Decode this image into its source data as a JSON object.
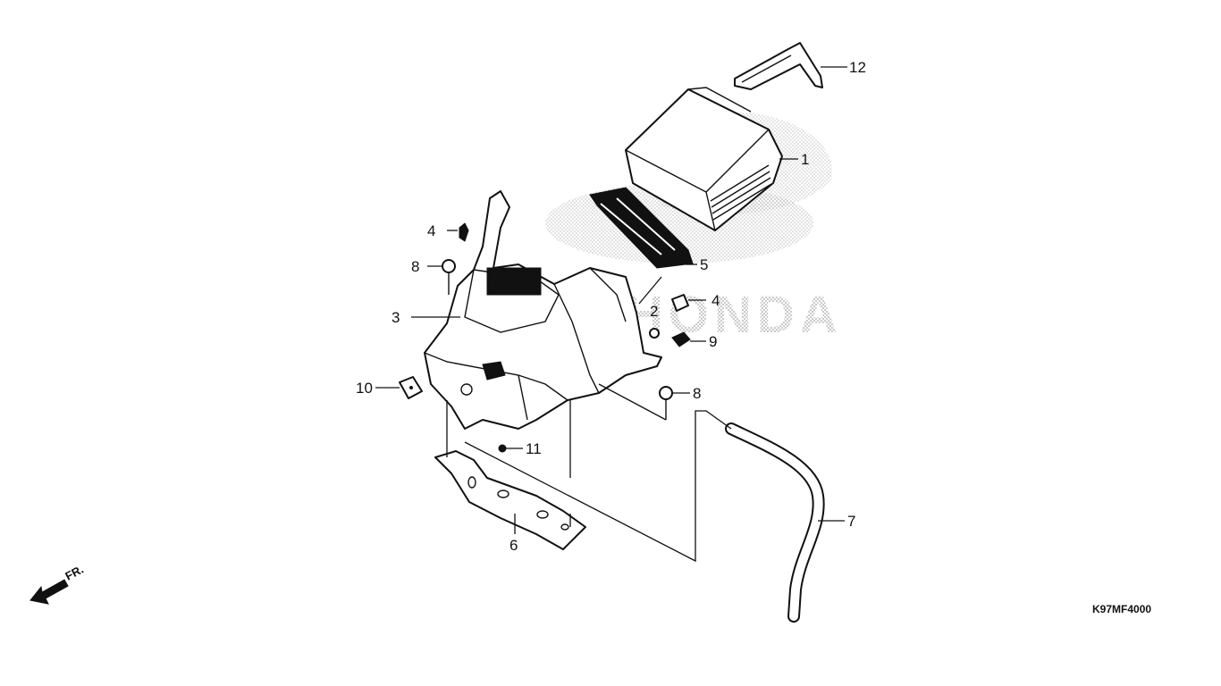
{
  "diagram": {
    "callouts": [
      {
        "id": "1",
        "text": "1"
      },
      {
        "id": "2",
        "text": "2"
      },
      {
        "id": "3",
        "text": "3"
      },
      {
        "id": "4a",
        "text": "4"
      },
      {
        "id": "4b",
        "text": "4"
      },
      {
        "id": "5",
        "text": "5"
      },
      {
        "id": "6",
        "text": "6"
      },
      {
        "id": "7",
        "text": "7"
      },
      {
        "id": "8a",
        "text": "8"
      },
      {
        "id": "8b",
        "text": "8"
      },
      {
        "id": "9",
        "text": "9"
      },
      {
        "id": "10",
        "text": "10"
      },
      {
        "id": "11",
        "text": "11"
      },
      {
        "id": "12",
        "text": "12"
      }
    ],
    "direction_label": "FR.",
    "drawing_code": "K97MF4000",
    "watermark_text": "HONDA"
  }
}
